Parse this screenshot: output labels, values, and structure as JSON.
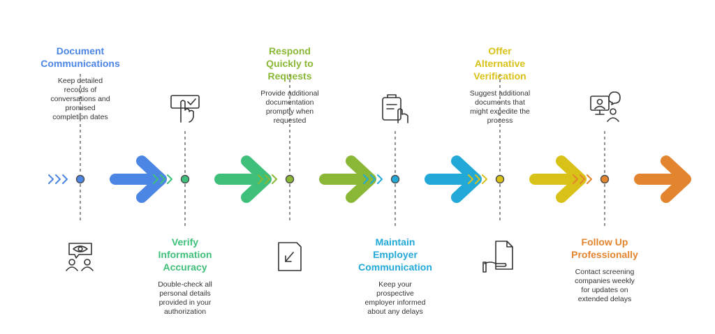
{
  "steps": [
    {
      "title": "Document Communications",
      "title_lines": [
        "Document",
        "Communications"
      ],
      "description_lines": [
        "Keep detailed",
        "records of",
        "conversations and",
        "promised",
        "completion dates"
      ],
      "color": "#4c86e4",
      "icon": "eye-people-icon",
      "position": "top"
    },
    {
      "title": "Verify Information Accuracy",
      "title_lines": [
        "Verify",
        "Information",
        "Accuracy"
      ],
      "description_lines": [
        "Double-check all",
        "personal details",
        "provided in your",
        "authorization"
      ],
      "color": "#3fc07a",
      "icon": "touch-checkbox-icon",
      "position": "bottom"
    },
    {
      "title": "Respond Quickly to Requests",
      "title_lines": [
        "Respond",
        "Quickly to",
        "Requests"
      ],
      "description_lines": [
        "Provide additional",
        "documentation",
        "promptly when",
        "requested"
      ],
      "color": "#8ab836",
      "icon": "document-arrow-icon",
      "position": "top"
    },
    {
      "title": "Maintain Employer Communication",
      "title_lines": [
        "Maintain",
        "Employer",
        "Communication"
      ],
      "description_lines": [
        "Keep your",
        "prospective",
        "employer informed",
        "about any delays"
      ],
      "color": "#22a9d8",
      "icon": "clipboard-hand-icon",
      "position": "bottom"
    },
    {
      "title": "Offer Alternative Verification",
      "title_lines": [
        "Offer",
        "Alternative",
        "Verification"
      ],
      "description_lines": [
        "Suggest additional",
        "documents that",
        "might expedite the",
        "process"
      ],
      "color": "#d9c218",
      "icon": "hand-document-icon",
      "position": "top"
    },
    {
      "title": "Follow Up Professionally",
      "title_lines": [
        "Follow Up",
        "Professionally"
      ],
      "description_lines": [
        "Contact screening",
        "companies weekly",
        "for updates on",
        "extended delays"
      ],
      "color": "#e3842f",
      "icon": "video-call-icon",
      "position": "bottom"
    }
  ]
}
